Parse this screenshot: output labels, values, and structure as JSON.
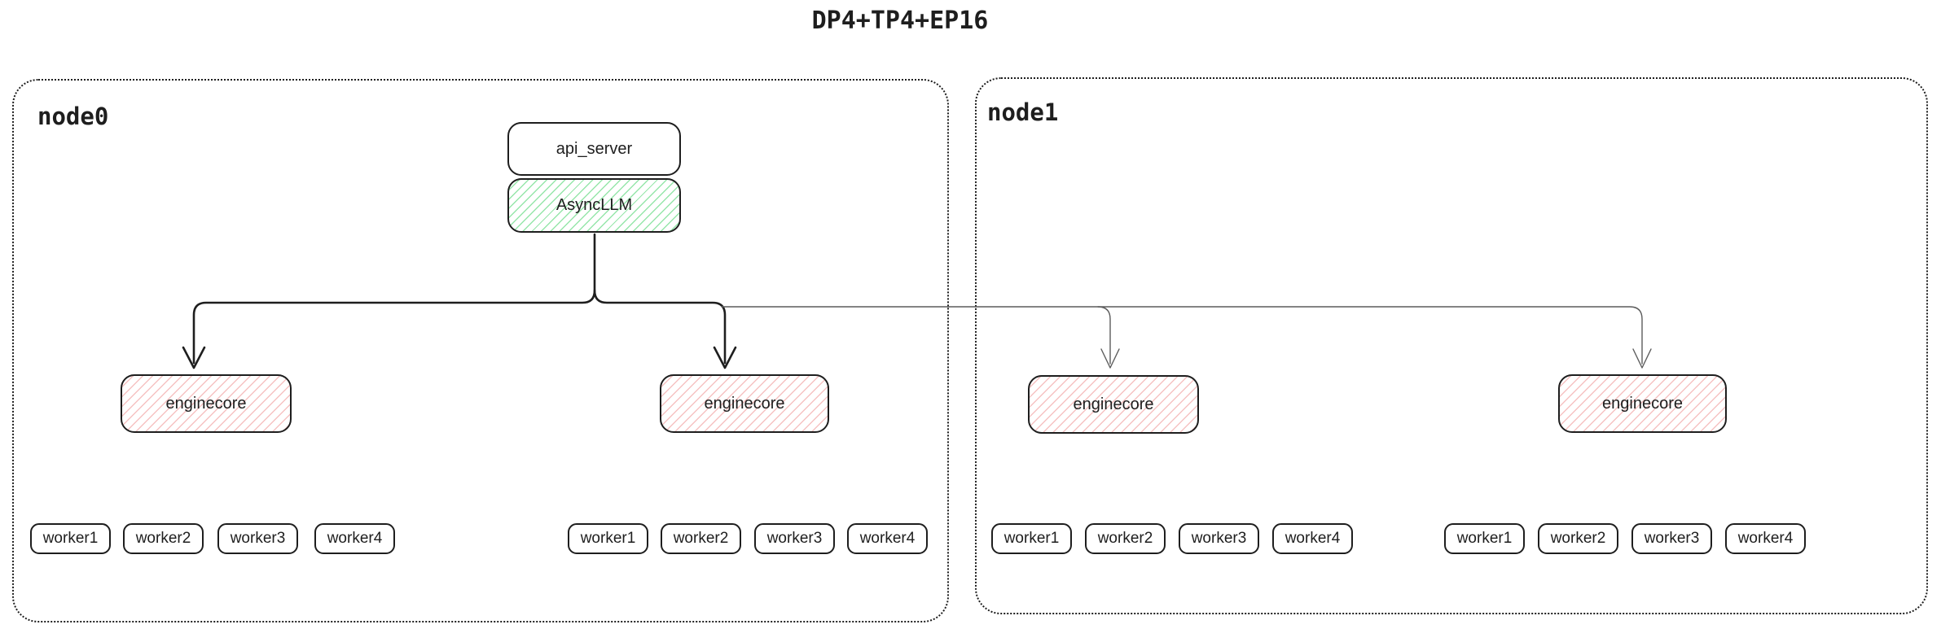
{
  "title": "DP4+TP4+EP16",
  "colors": {
    "ink": "#1e1e1e",
    "thin_line": "#5c5c5c",
    "green_hatch": "#96e6aa",
    "red_hatch": "#f6c2c2"
  },
  "api_server": {
    "label": "api_server"
  },
  "async_llm": {
    "label": "AsyncLLM"
  },
  "nodes": [
    {
      "label": "node0",
      "engines": [
        {
          "label": "enginecore",
          "workers": [
            "worker1",
            "worker2",
            "worker3",
            "worker4"
          ]
        },
        {
          "label": "enginecore",
          "workers": [
            "worker1",
            "worker2",
            "worker3",
            "worker4"
          ]
        }
      ]
    },
    {
      "label": "node1",
      "engines": [
        {
          "label": "enginecore",
          "workers": [
            "worker1",
            "worker2",
            "worker3",
            "worker4"
          ]
        },
        {
          "label": "enginecore",
          "workers": [
            "worker1",
            "worker2",
            "worker3",
            "worker4"
          ]
        }
      ]
    }
  ]
}
